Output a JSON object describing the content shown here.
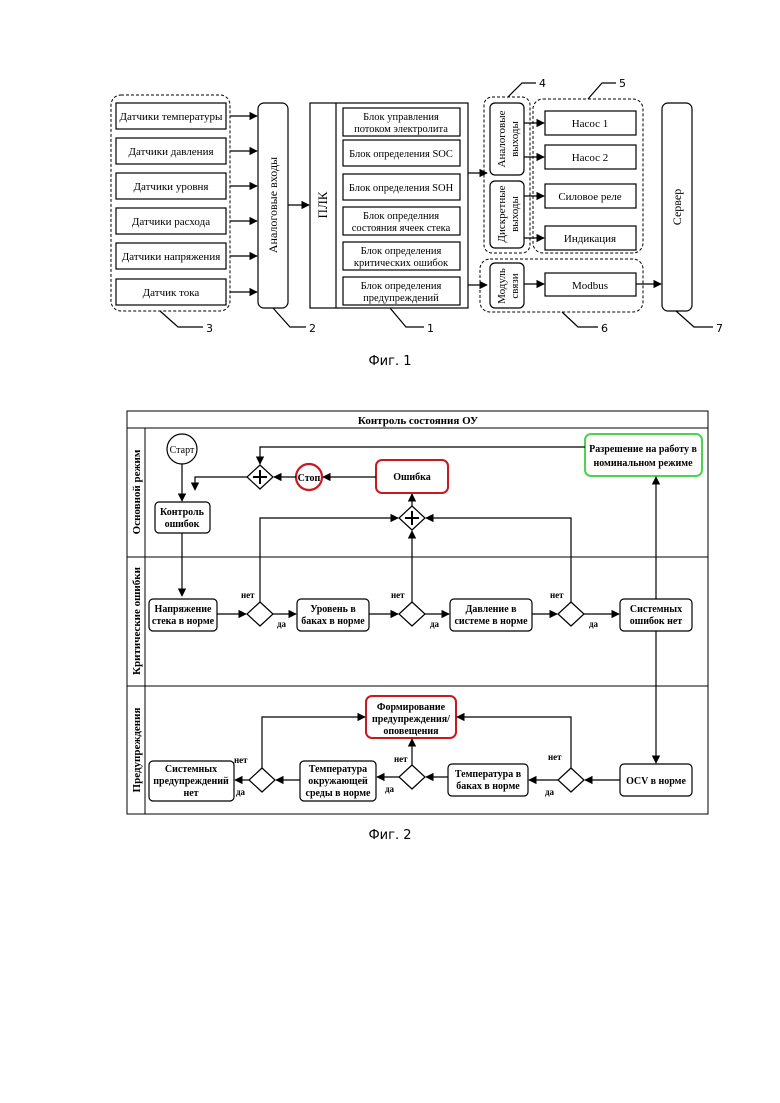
{
  "fig1": {
    "caption": "Фиг. 1",
    "sensors": [
      "Датчики температуры",
      "Датчики давления",
      "Датчики уровня",
      "Датчики расхода",
      "Датчики напряжения",
      "Датчик тока"
    ],
    "analog_inputs": "Аналоговые входы",
    "plc": "ПЛК",
    "plc_blocks": [
      [
        "Блок управления",
        "потоком электролита"
      ],
      [
        "Блок определения SOC"
      ],
      [
        "Блок определения SOH"
      ],
      [
        "Блок определния",
        "состояния ячеек стека"
      ],
      [
        "Блок определения",
        "критических ошибок"
      ],
      [
        "Блок определения",
        "предупреждений"
      ]
    ],
    "analog_outputs": [
      "Аналоговые",
      "выходы"
    ],
    "discrete_outputs": [
      "Дискретные",
      "выходы"
    ],
    "comm_module": [
      "Модуль",
      "связи"
    ],
    "actuators": [
      "Насос 1",
      "Насос 2",
      "Силовое реле",
      "Индикация"
    ],
    "modbus": "Modbus",
    "server": "Сервер",
    "refs": [
      "1",
      "2",
      "3",
      "4",
      "5",
      "6",
      "7"
    ]
  },
  "fig2": {
    "caption": "Фиг. 2",
    "title": "Контроль состояния ОУ",
    "lanes": [
      "Основной режим",
      "Критические ошибки",
      "Предупреждения"
    ],
    "start": "Старт",
    "stop": "Стоп",
    "error": "Ошибка",
    "permit": [
      "Разрешение на работу в",
      "номинальном режиме"
    ],
    "control": [
      "Контроль",
      "ошибок"
    ],
    "critical": [
      [
        "Напряжение",
        "стека в норме"
      ],
      [
        "Уровень в",
        "баках в норме"
      ],
      [
        "Давление в",
        "системе в норме"
      ],
      [
        "Системных",
        "ошибок нет"
      ]
    ],
    "warning_form": [
      "Формирование",
      "предупреждения/",
      "оповещения"
    ],
    "warnings": [
      [
        "OCV в норме"
      ],
      [
        "Температура в",
        "баках в норме"
      ],
      [
        "Температура",
        "окружающей",
        "среды в норме"
      ],
      [
        "Системных",
        "предупреждений",
        "нет"
      ]
    ],
    "yes": "да",
    "no": "нет"
  },
  "colors": {
    "stroke": "#000000",
    "error_red": "#c8191e",
    "permit_green": "#4cd44c"
  }
}
